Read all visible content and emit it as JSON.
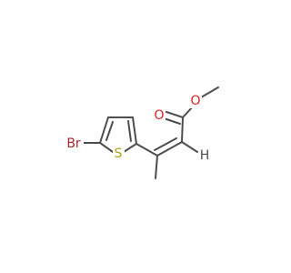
{
  "molecule": {
    "atoms": {
      "bromine": {
        "symbol": "Br",
        "color": "#a62929"
      },
      "sulfur": {
        "symbol": "S",
        "color": "#b2a012"
      },
      "carbonyl_oxygen": {
        "symbol": "O",
        "color": "#e02020"
      },
      "ester_oxygen": {
        "symbol": "O",
        "color": "#e02020"
      },
      "vinyl_hydrogen": {
        "symbol": "H",
        "color": "#4d4d4d"
      }
    },
    "bond_color": "#4d4d4d"
  }
}
